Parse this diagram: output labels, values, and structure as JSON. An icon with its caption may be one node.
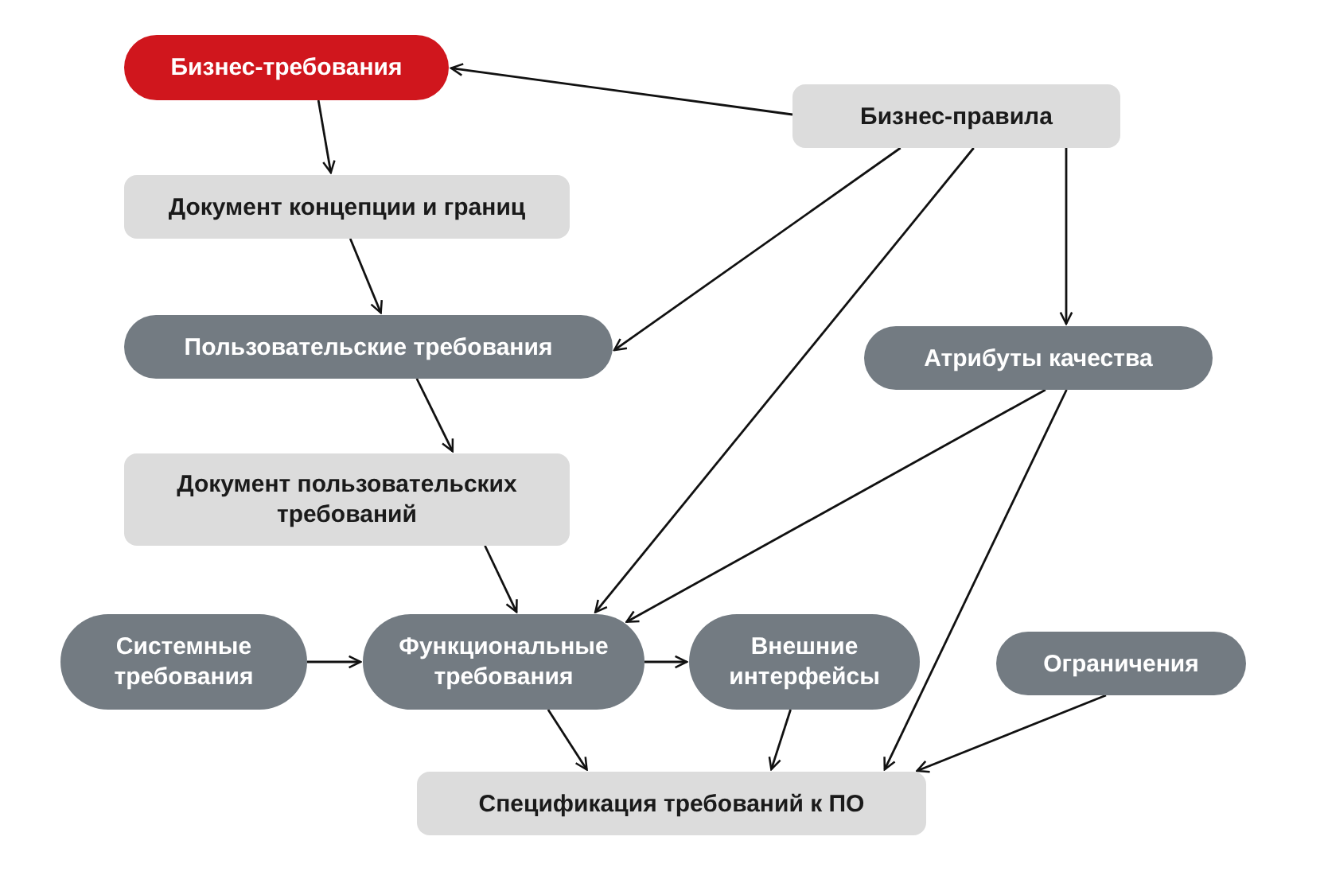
{
  "diagram": {
    "nodes": [
      {
        "text": [
          "Бизнес-требования"
        ]
      },
      {
        "text": [
          "Бизнес-правила"
        ]
      },
      {
        "text": [
          "Документ концепции и границ"
        ]
      },
      {
        "text": [
          "Пользовательские требования"
        ]
      },
      {
        "text": [
          "Атрибуты качества"
        ]
      },
      {
        "text": [
          "Документ пользовательских требований"
        ]
      },
      {
        "text": [
          "Системные требования"
        ]
      },
      {
        "text": [
          "Функциональные требования"
        ]
      },
      {
        "text": [
          "Внешние интерфейсы"
        ]
      },
      {
        "text": [
          "Ограничения"
        ]
      },
      {
        "text": [
          "Спецификация требований к ПО"
        ]
      }
    ],
    "edges": [
      {
        "from": 1,
        "to": 0,
        "arrow": "to"
      },
      {
        "from": 0,
        "to": 2,
        "arrow": "to"
      },
      {
        "from": 2,
        "to": 3,
        "arrow": "to"
      },
      {
        "from": 3,
        "to": 5,
        "arrow": "to"
      },
      {
        "from": 5,
        "to": 7,
        "arrow": "to"
      },
      {
        "from": 6,
        "to": 7,
        "arrow": "to"
      },
      {
        "from": 7,
        "to": 8,
        "arrow": "to"
      },
      {
        "from": 7,
        "to": 10,
        "arrow": "to"
      },
      {
        "from": 8,
        "to": 10,
        "arrow": "to"
      },
      {
        "from": 9,
        "to": 10,
        "arrow": "to"
      },
      {
        "from": 1,
        "to": 3,
        "arrow": "to"
      },
      {
        "from": 1,
        "to": 7,
        "arrow": "to"
      },
      {
        "from": 1,
        "to": 4,
        "arrow": "to"
      },
      {
        "from": 4,
        "to": 7,
        "arrow": "to"
      },
      {
        "from": 4,
        "to": 10,
        "arrow": "to"
      }
    ]
  }
}
